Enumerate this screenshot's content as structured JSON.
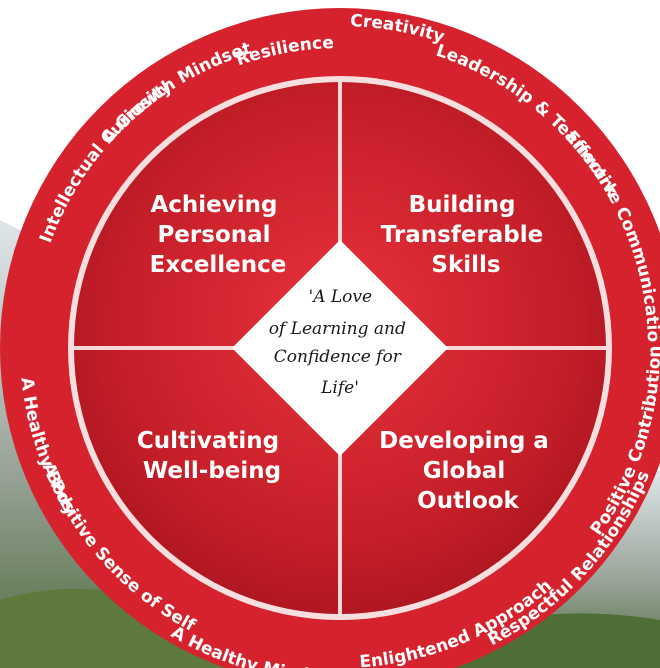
{
  "center_motto": [
    "'A Love",
    "of Learning and",
    "Confidence for",
    "Life'"
  ],
  "quadrants": {
    "top_left": [
      "Achieving",
      "Personal",
      "Excellence"
    ],
    "top_right": [
      "Building",
      "Transferable",
      "Skills"
    ],
    "bottom_left": [
      "Cultivating",
      "Well-being"
    ],
    "bottom_right": [
      "Developing a",
      "Global",
      "Outlook"
    ]
  },
  "outer_ring": {
    "creativity": "Creativity",
    "resilience": "Resilience",
    "growth_mindset": "A Growth Mindset",
    "leadership": "Leadership & Teamwork",
    "communication": "Effective Communication",
    "curiosity": "Intellectual Curiosity",
    "healthy_body": "A Healthy Body",
    "positive_contributions": "Positive Contributions",
    "positive_self": "A Positive Sense of Self",
    "respectful_relationships": "Respectful Relationships",
    "enlightened": "Enlightened Approach",
    "healthy_mind": "A Healthy Mind"
  },
  "colors": {
    "ring": "#d6222d",
    "quadrant": "#c8202b",
    "divider": "#f3d7d9",
    "center": "#ffffff"
  }
}
